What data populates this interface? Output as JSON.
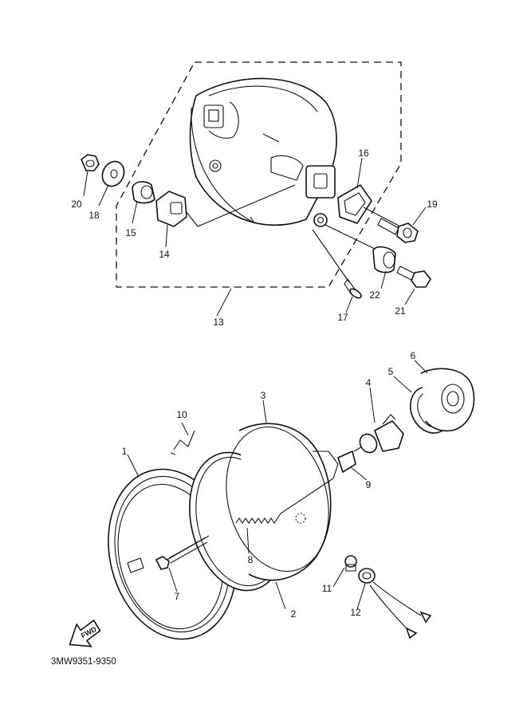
{
  "callouts": {
    "p1": "1",
    "p2": "2",
    "p3": "3",
    "p4": "4",
    "p5": "5",
    "p6": "6",
    "p7": "7",
    "p8": "8",
    "p9": "9",
    "p10": "10",
    "p11": "11",
    "p12": "12",
    "p13": "13",
    "p14": "14",
    "p15": "15",
    "p16": "16",
    "p17": "17",
    "p18": "18",
    "p19": "19",
    "p20": "20",
    "p21": "21",
    "p22": "22"
  },
  "arrow_label": "FWD",
  "diagram_code": "3MW9351-9350",
  "colors": {
    "ink": "#111111",
    "paper": "#ffffff"
  }
}
